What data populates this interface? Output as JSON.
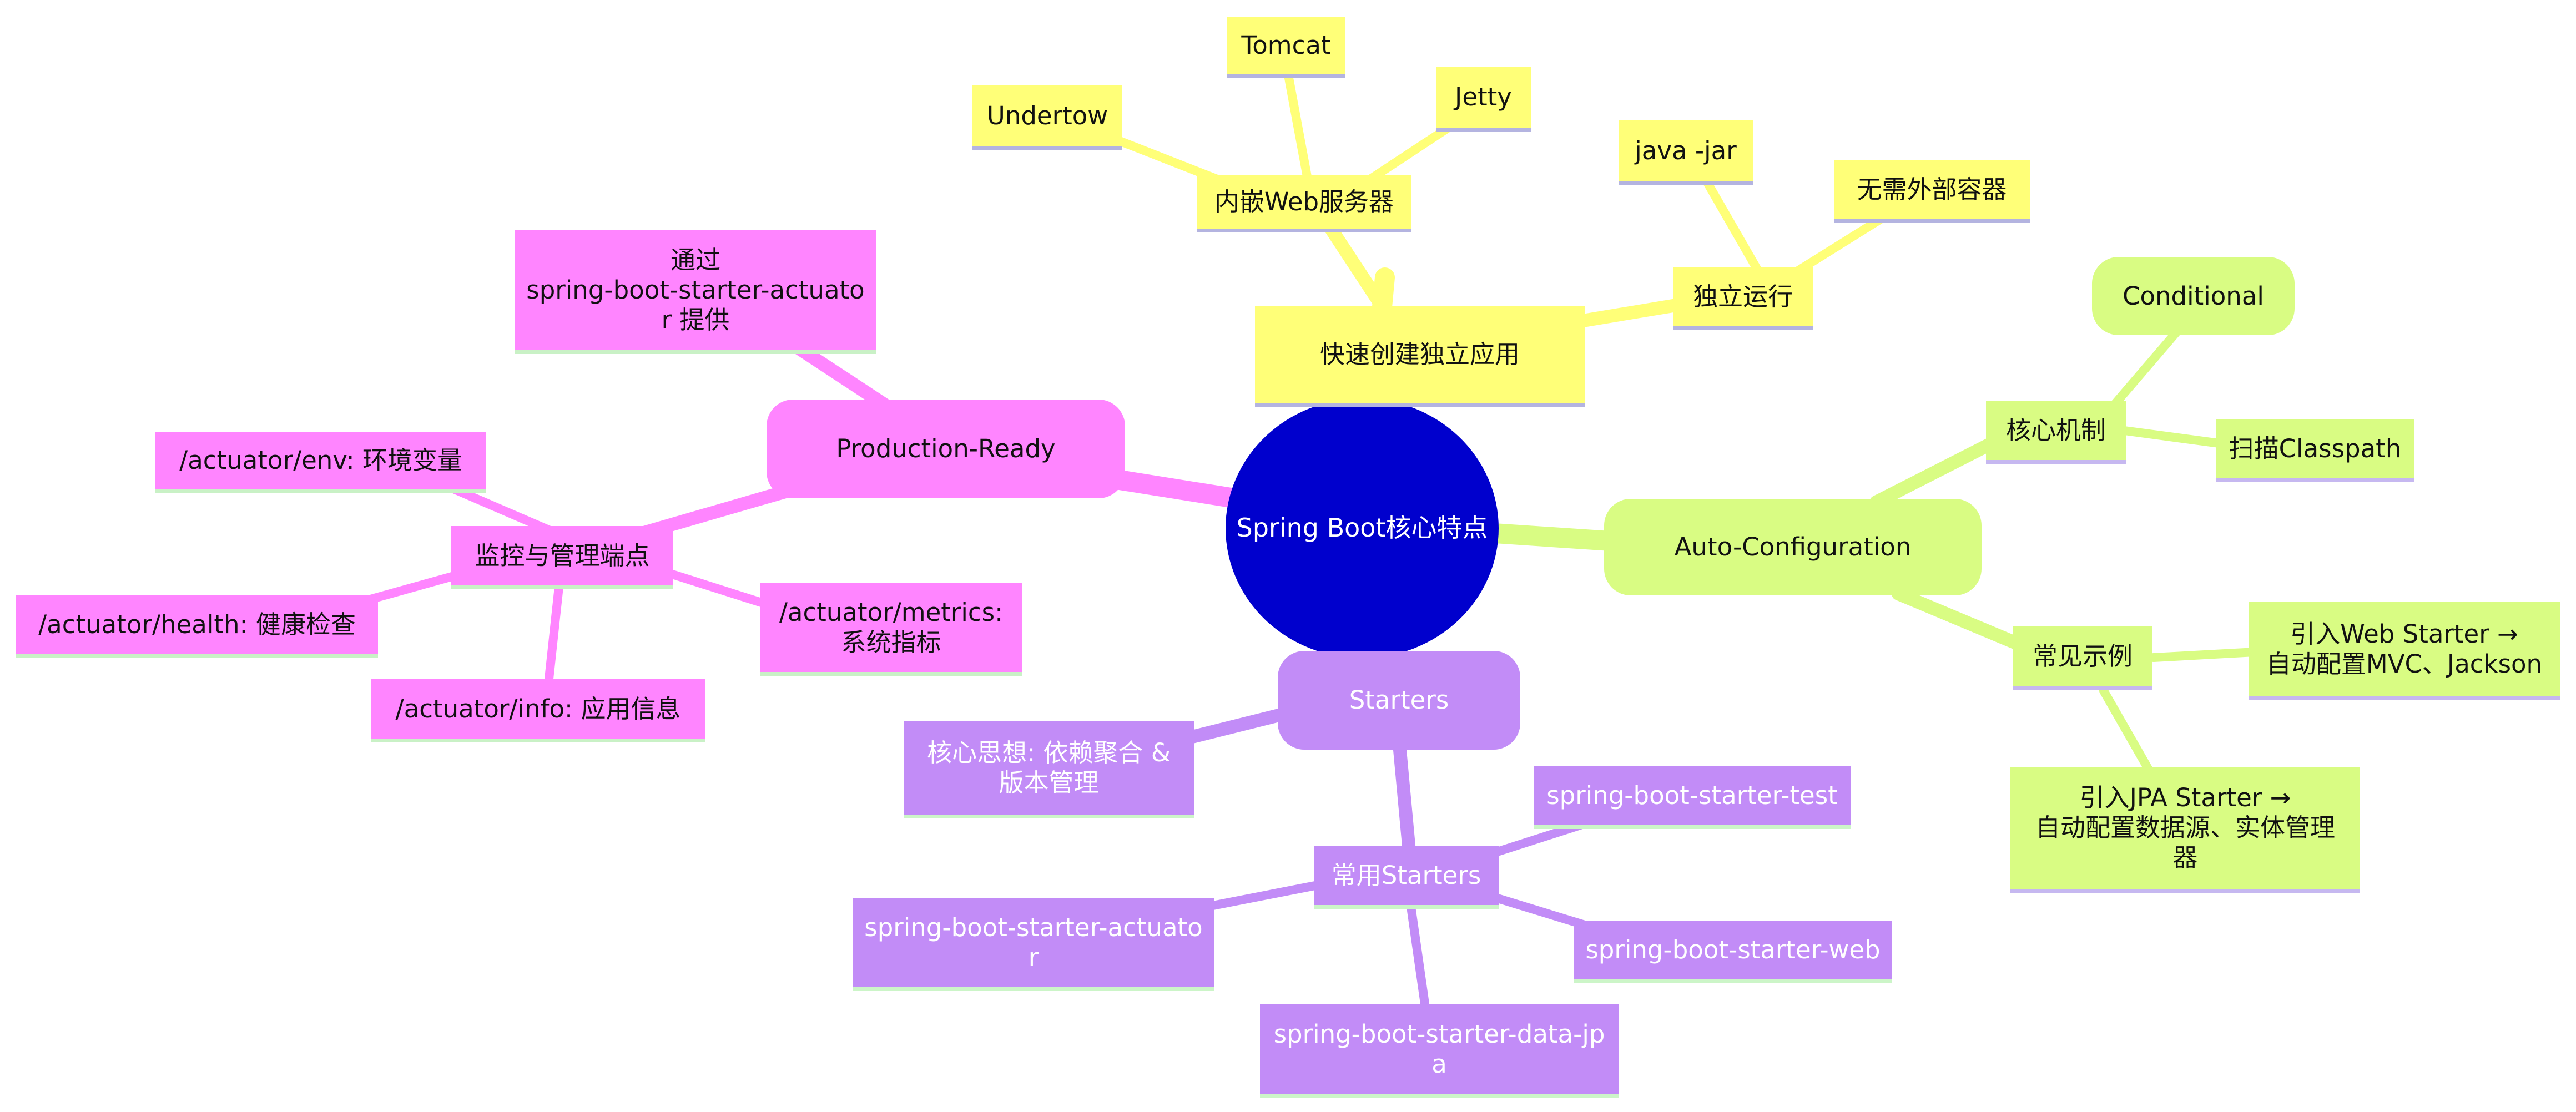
{
  "diagram": {
    "type": "mindmap",
    "colors": {
      "root": "#0000cd",
      "yellow": "#ffff78",
      "green": "#d9fc83",
      "magenta": "#ff85ff",
      "purple": "#c28cf7",
      "underline_blue": "#b4b4e0",
      "underline_green": "#c9f1c6"
    },
    "root": {
      "label": "Spring Boot核心特点"
    },
    "branches": {
      "standalone": {
        "label": "快速创建独立应用",
        "web_server": {
          "label": "内嵌Web服务器",
          "children": [
            "Undertow",
            "Tomcat",
            "Jetty"
          ]
        },
        "run": {
          "label": "独立运行",
          "children": [
            "java -jar",
            "无需外部容器"
          ]
        }
      },
      "auto_config": {
        "label": "Auto-Configuration",
        "mechanism": {
          "label": "核心机制",
          "children": [
            "Conditional",
            "扫描Classpath"
          ]
        },
        "examples": {
          "label": "常见示例",
          "children": [
            "引入Web Starter →\n自动配置MVC、Jackson",
            "引入JPA Starter →\n自动配置数据源、实体管理\n器"
          ]
        }
      },
      "starters": {
        "label": "Starters",
        "idea": "核心思想: 依赖聚合 &\n版本管理",
        "common": {
          "label": "常用Starters",
          "children": [
            "spring-boot-starter-test",
            "spring-boot-starter-web",
            "spring-boot-starter-data-jp\na",
            "spring-boot-starter-actuato\nr"
          ]
        }
      },
      "production": {
        "label": "Production-Ready",
        "via": "通过\nspring-boot-starter-actuato\nr 提供",
        "endpoints": {
          "label": "监控与管理端点",
          "children": [
            "/actuator/env: 环境变量",
            "/actuator/health: 健康检查",
            "/actuator/info: 应用信息",
            "/actuator/metrics:\n系统指标"
          ]
        }
      }
    }
  }
}
